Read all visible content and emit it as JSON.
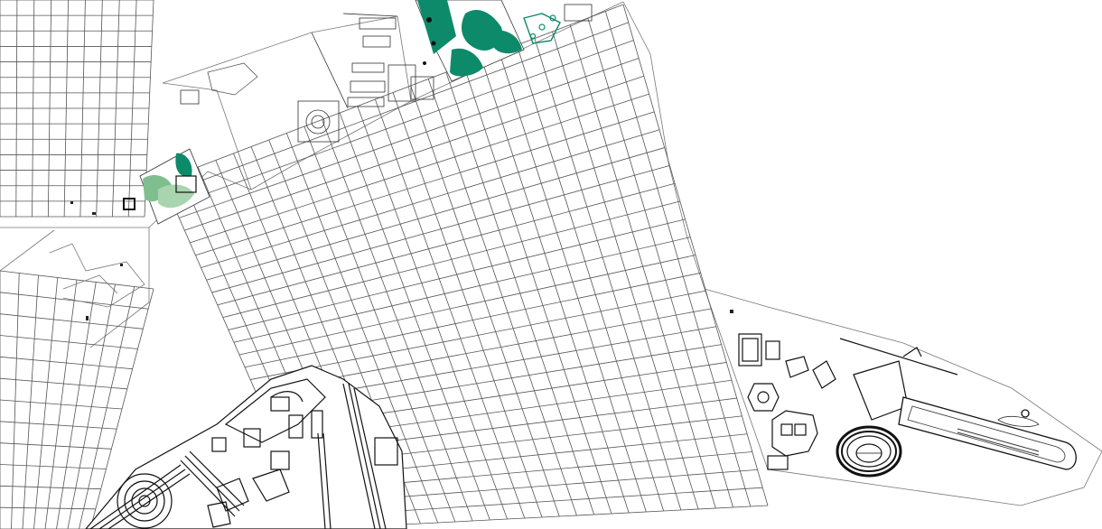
{
  "map": {
    "background": "#ffffff",
    "line_color": "#555555",
    "ink_color": "#111111",
    "park_green": "#0d8a6a",
    "park_light_green": "#7fbf8f",
    "features": [
      {
        "name": "warped-street-grid",
        "kind": "grid"
      },
      {
        "name": "park-north",
        "kind": "green-area"
      },
      {
        "name": "park-west",
        "kind": "green-area"
      },
      {
        "name": "historic-district-southwest",
        "kind": "dense-urban-fabric"
      },
      {
        "name": "circus-stadium-east",
        "kind": "ellipse-track"
      },
      {
        "name": "arena-amphitheatre",
        "kind": "ring"
      }
    ]
  }
}
